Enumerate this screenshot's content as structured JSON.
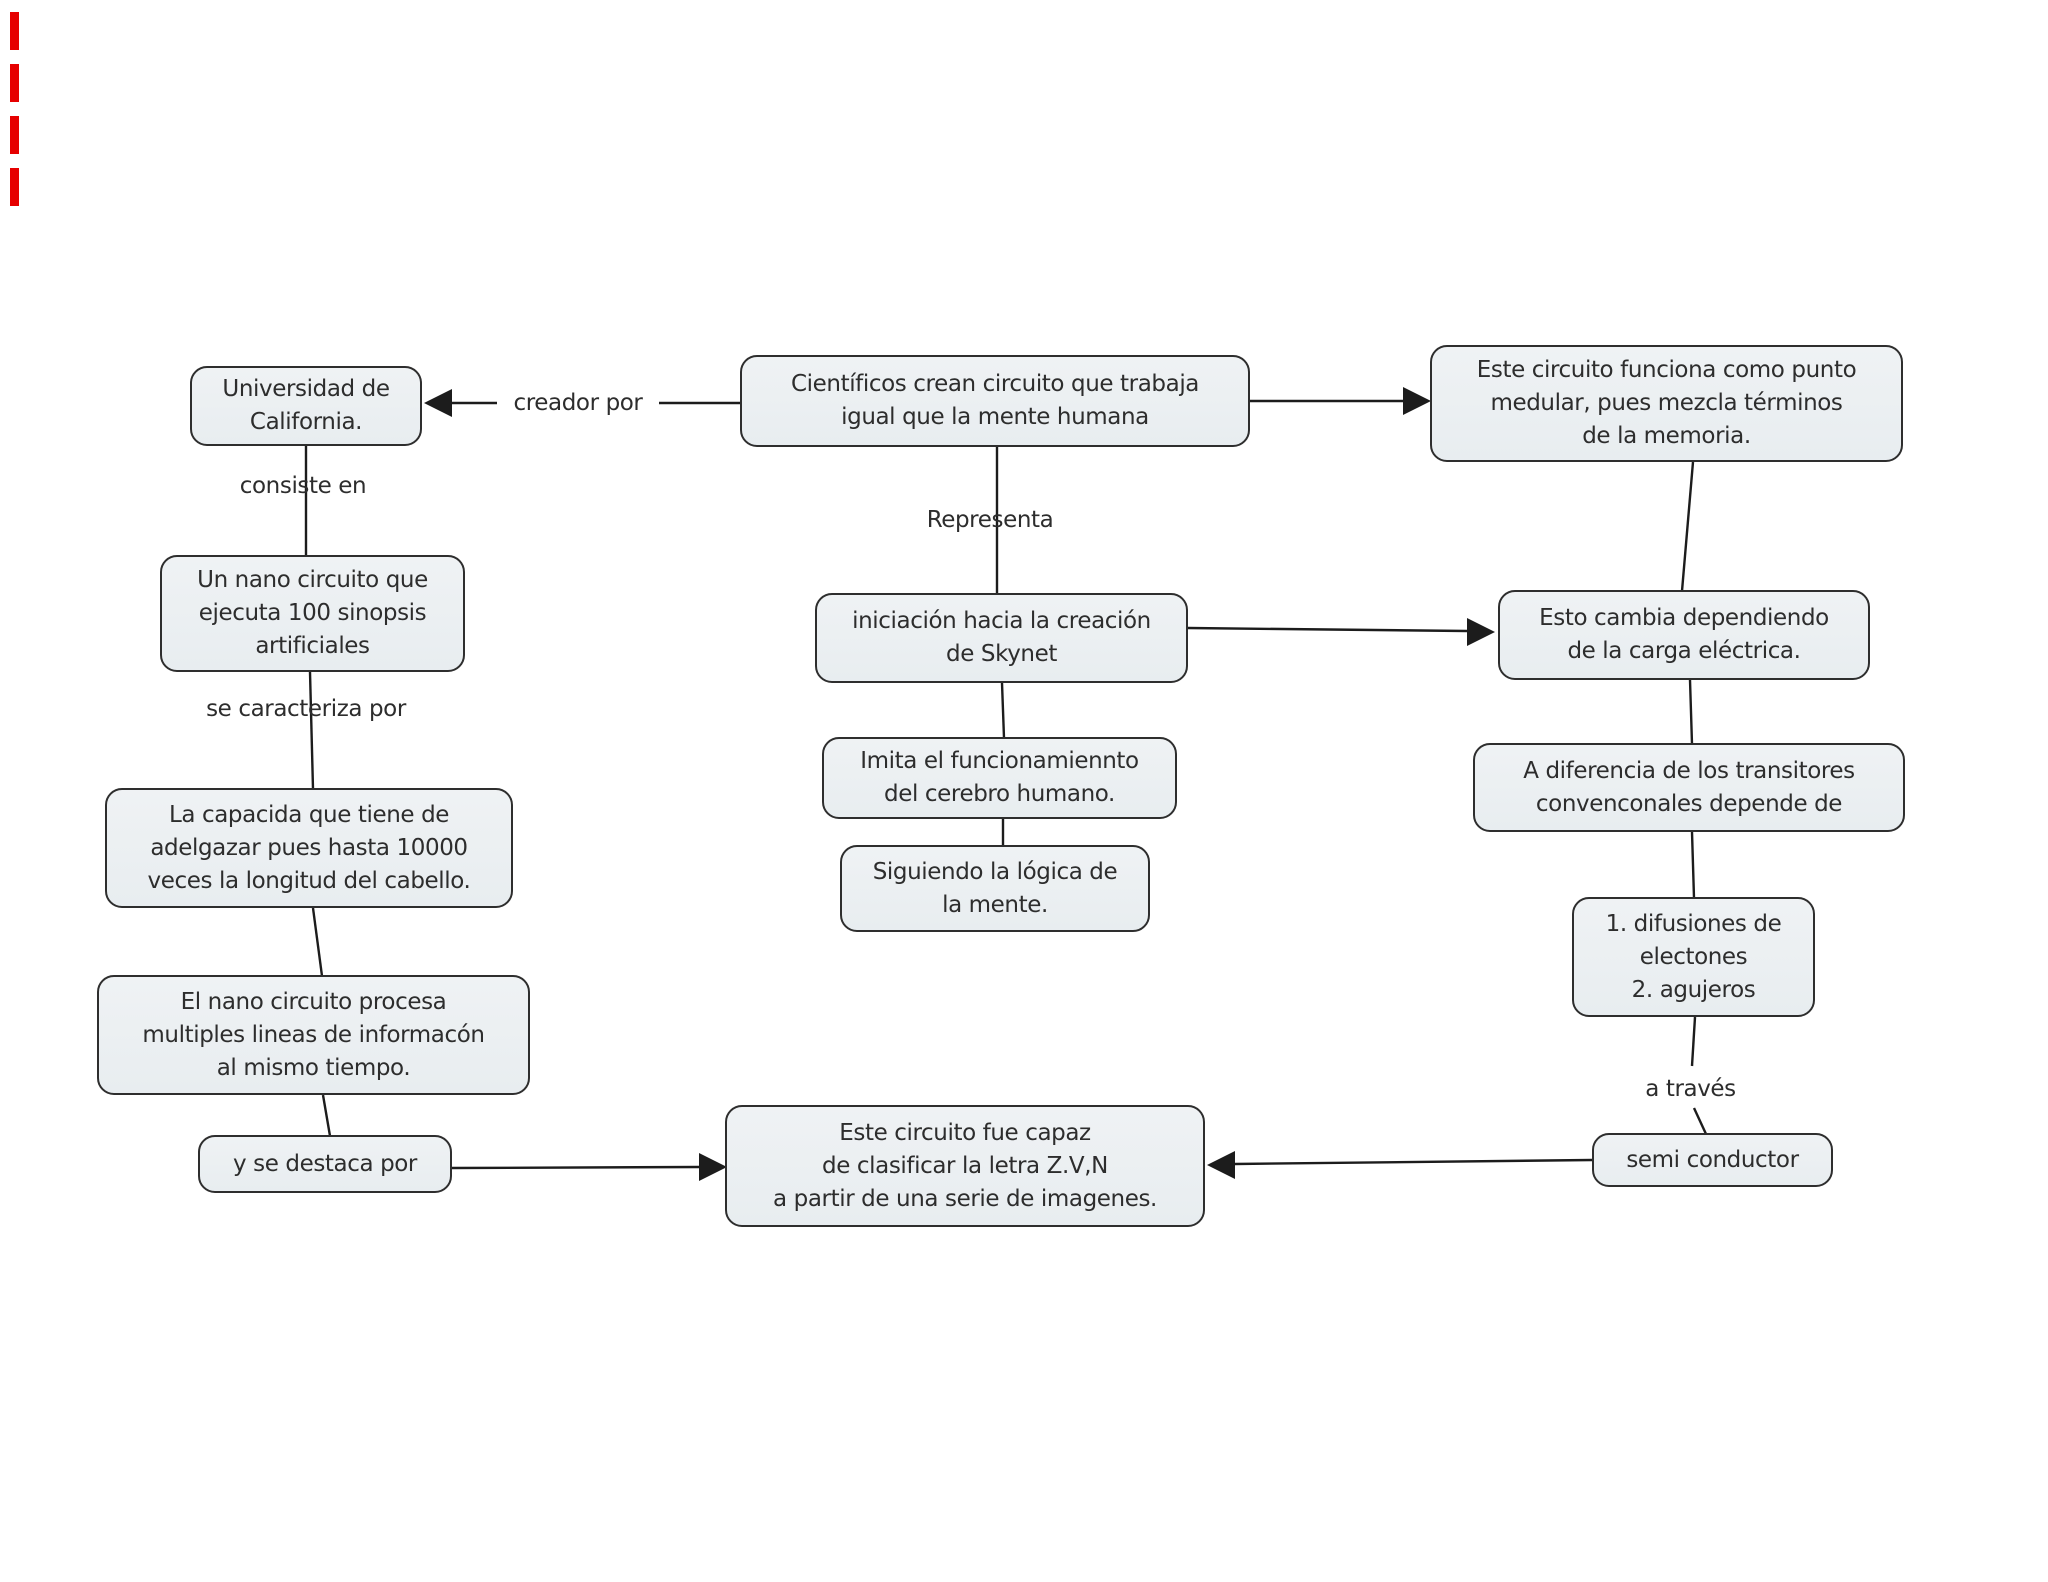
{
  "diagram": {
    "title": "Concept map: circuito que trabaja igual que la mente humana",
    "colors": {
      "background": "#ffffff",
      "node_fill_top": "#eff2f4",
      "node_fill_bottom": "#e8edf0",
      "node_border": "#2e2e2e",
      "text": "#2d2d2d",
      "line": "#1c1c1c",
      "artifact_red": "#e60000"
    },
    "nodes": [
      {
        "id": "universidad",
        "text": "Universidad de\nCalifornia."
      },
      {
        "id": "cientificos",
        "text": "Científicos crean circuito que trabaja\nigual que la mente humana"
      },
      {
        "id": "punto-medular",
        "text": "Este circuito funciona como punto\nmedular, pues mezcla términos\nde la memoria."
      },
      {
        "id": "nano-sinopsis",
        "text": "Un nano circuito que\nejecuta 100 sinopsis\nartificiales"
      },
      {
        "id": "capacida",
        "text": "La capacida que tiene de\nadelgazar pues hasta 10000\nveces la longitud del cabello."
      },
      {
        "id": "procesa",
        "text": "El nano circuito procesa\nmultiples lineas de informacón\nal mismo tiempo."
      },
      {
        "id": "destaca",
        "text": "y se destaca por"
      },
      {
        "id": "skynet",
        "text": "iniciación hacia la creación\nde Skynet"
      },
      {
        "id": "imita",
        "text": "Imita el funcionamiennto\ndel cerebro humano."
      },
      {
        "id": "siguiendo",
        "text": "Siguiendo la lógica de\nla mente."
      },
      {
        "id": "esto-cambia",
        "text": "Esto cambia dependiendo\nde la carga eléctrica."
      },
      {
        "id": "a-diferencia",
        "text": "A diferencia de los transitores\nconvenconales depende de"
      },
      {
        "id": "difusiones",
        "text": "1. difusiones de\nelectones\n2. agujeros"
      },
      {
        "id": "semiconductor",
        "text": "semi conductor"
      },
      {
        "id": "clasificar",
        "text": "Este circuito fue capaz\nde clasificar la letra Z.V,N\na partir de una serie de imagenes."
      }
    ],
    "labels": [
      {
        "id": "creador-por",
        "text": "creador por"
      },
      {
        "id": "consiste-en",
        "text": "consiste en"
      },
      {
        "id": "se-caracteriza-por",
        "text": "se caracteriza por"
      },
      {
        "id": "representa",
        "text": "Representa"
      },
      {
        "id": "a-traves",
        "text": "a través"
      }
    ]
  }
}
